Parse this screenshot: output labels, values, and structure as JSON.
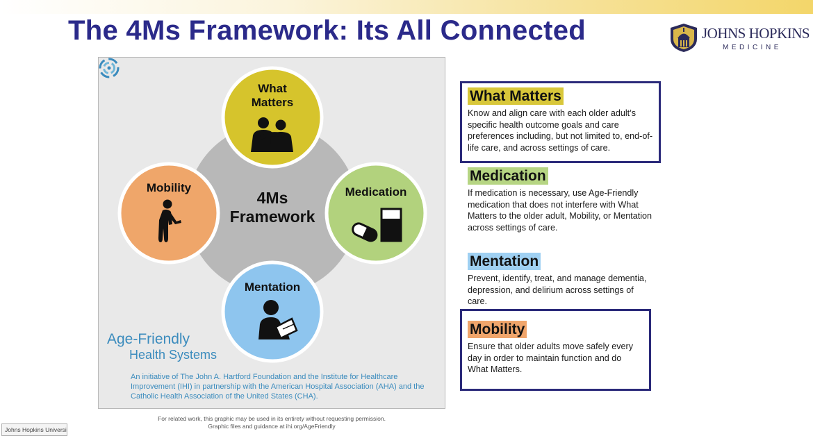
{
  "slide": {
    "title": "The 4Ms Framework: Its All Connected"
  },
  "logo": {
    "name": "JOHNS HOPKINS",
    "subtitle": "MEDICINE"
  },
  "graphic": {
    "center": "4Ms\nFramework",
    "circles": [
      {
        "label": "What\nMatters",
        "color": "#d6c42c",
        "icon": "people-icon"
      },
      {
        "label": "Medication",
        "color": "#b2d27d",
        "icon": "pill-cup-icon"
      },
      {
        "label": "Mentation",
        "color": "#8ec5ee",
        "icon": "reading-person-icon"
      },
      {
        "label": "Mobility",
        "color": "#efa66a",
        "icon": "walking-person-icon"
      }
    ],
    "brand_line1": "Age-Friendly",
    "brand_line2": "Health Systems",
    "initiative": "An initiative of The John A. Hartford Foundation and the Institute for Healthcare Improvement (IHI) in partnership with the American Hospital Association (AHA) and the Catholic Health Association of the United States (CHA).",
    "footnote_line1": "For related work, this graphic may be used in its entirety without requesting permission.",
    "footnote_line2": "Graphic files and guidance at ihi.org/AgeFriendly"
  },
  "panels": [
    {
      "heading": "What Matters",
      "highlight": "#d8c73a",
      "boxed": true,
      "body": "Know and align care with each older adult’s specific health outcome goals and care preferences including, but not limited to, end-of-life care, and across settings of care."
    },
    {
      "heading": "Medication",
      "highlight": "#b6d583",
      "boxed": false,
      "body": "If medication is necessary, use Age-Friendly medication that does not interfere with What Matters to the older adult, Mobility, or Mentation across settings of care."
    },
    {
      "heading": "Mentation",
      "highlight": "#9fd0f2",
      "boxed": false,
      "body": "Prevent, identify, treat, and manage dementia, depression, and delirium across settings of care."
    },
    {
      "heading": "Mobility",
      "highlight": "#f0a56b",
      "boxed": true,
      "body": "Ensure that older adults move safely every day in order to maintain function and do What Matters."
    }
  ],
  "status": {
    "chip": "Johns Hopkins University..."
  },
  "colors": {
    "title": "#2b2a8a",
    "box_border": "#2b2a7a",
    "brand_blue": "#3a8bbd"
  }
}
